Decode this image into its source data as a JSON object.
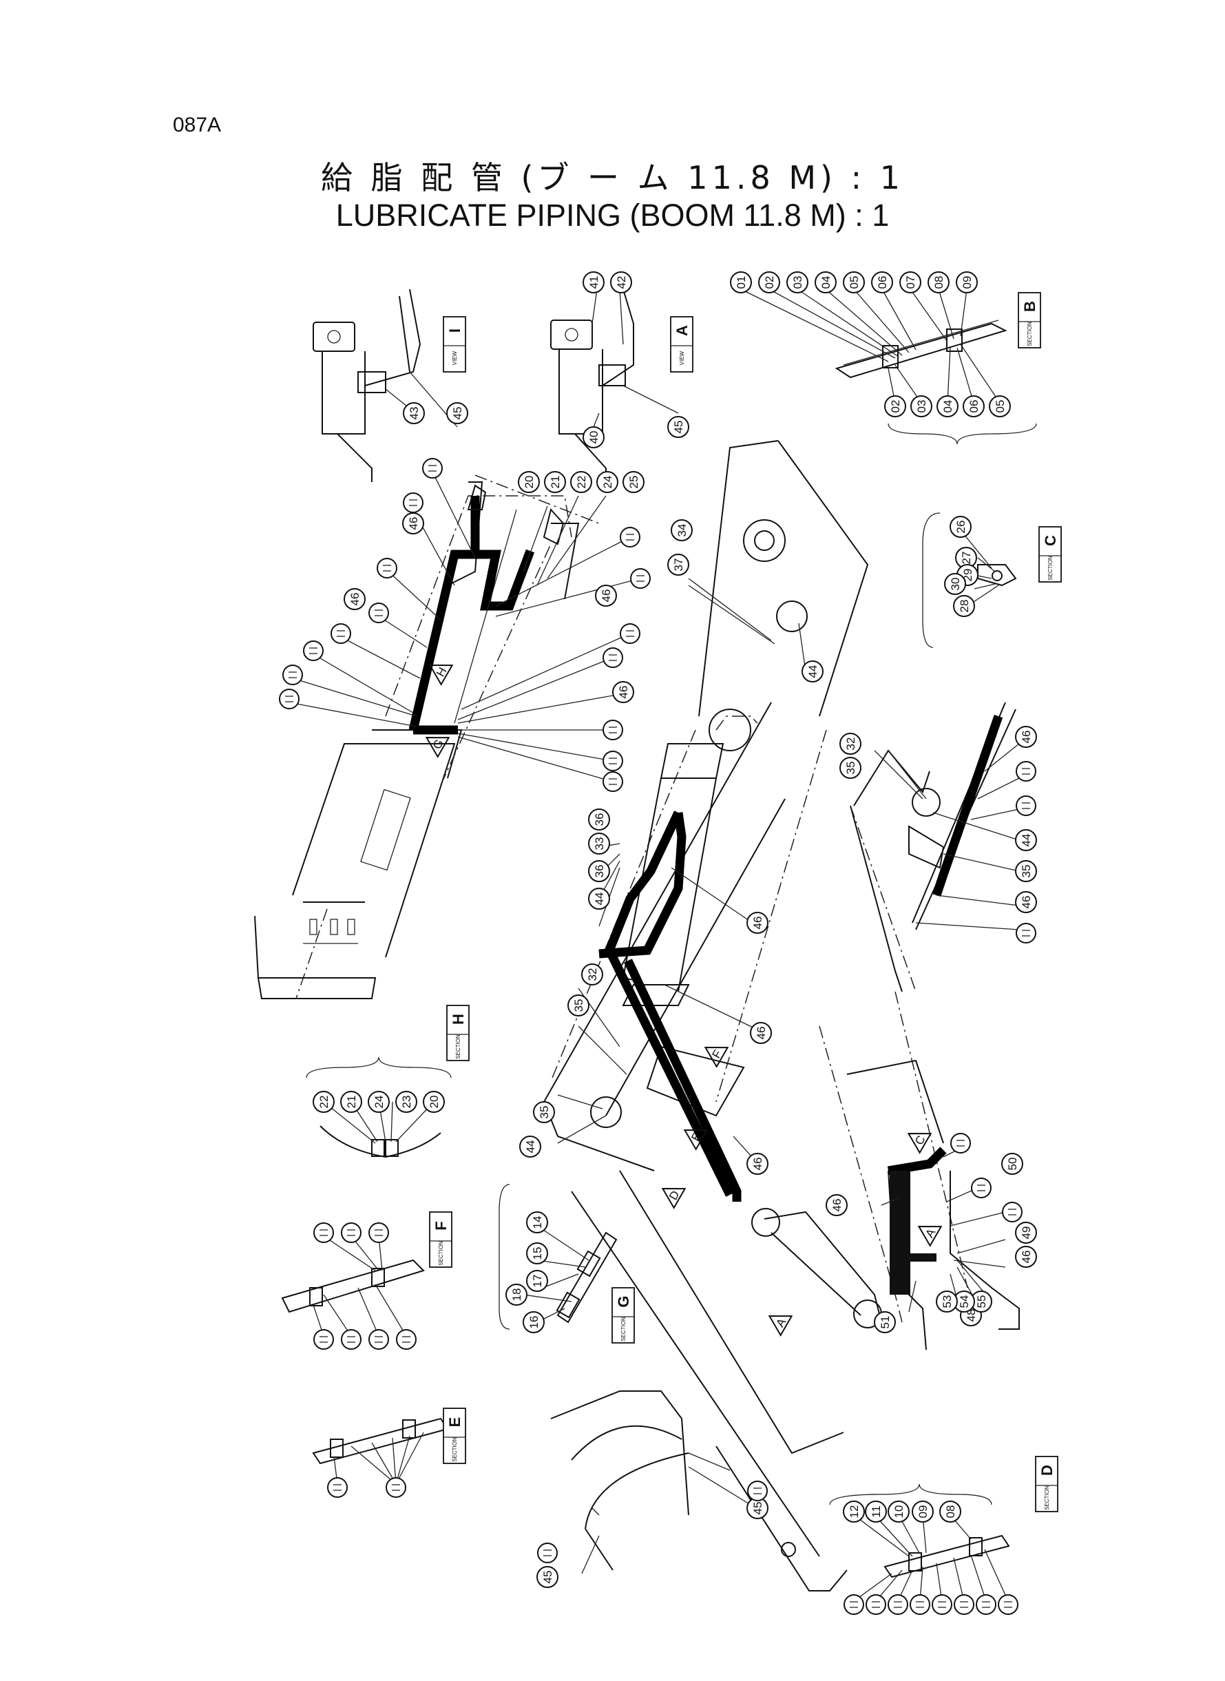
{
  "page_code": "087A",
  "title_jp": "給 脂 配 管 (ブ ー ム 11.8 M) : 1",
  "title_en": "LUBRICATE PIPING (BOOM 11.8 M) : 1",
  "views": {
    "I": {
      "label": "I",
      "sub": "VIEW"
    },
    "A": {
      "label": "A",
      "sub": "VIEW"
    },
    "B": {
      "label": "B",
      "sub": "SECTION"
    },
    "C": {
      "label": "C",
      "sub": "SECTION"
    },
    "H": {
      "label": "H",
      "sub": "SECTION"
    },
    "F": {
      "label": "F",
      "sub": "SECTION"
    },
    "G": {
      "label": "G",
      "sub": "SECTION"
    },
    "E": {
      "label": "E",
      "sub": "SECTION"
    },
    "D": {
      "label": "D",
      "sub": "SECTION"
    }
  },
  "callouts": {
    "view_i": [
      "43",
      "45"
    ],
    "view_a": [
      "41",
      "42",
      "40",
      "45"
    ],
    "section_b_top": [
      "01",
      "02",
      "03",
      "04",
      "05",
      "06",
      "07",
      "08",
      "09"
    ],
    "section_b_bottom": [
      "02",
      "03",
      "04",
      "06",
      "05"
    ],
    "section_c": [
      "26",
      "27",
      "29",
      "30",
      "28"
    ],
    "arm_upper": [
      "20",
      "21",
      "22",
      "24",
      "25",
      "46",
      "46",
      "46",
      "46"
    ],
    "boom_main": [
      "34",
      "37",
      "44",
      "36",
      "33",
      "36",
      "44",
      "46",
      "32",
      "35",
      "46",
      "35",
      "44",
      "46"
    ],
    "boom_right_detail": [
      "32",
      "35",
      "46",
      "44",
      "35",
      "46"
    ],
    "boom_foot": [
      "46",
      "50",
      "49",
      "46",
      "48",
      "51",
      "55",
      "54",
      "53"
    ],
    "section_h": [
      "22",
      "21",
      "24",
      "23",
      "20"
    ],
    "section_g": [
      "14",
      "15",
      "17",
      "18",
      "16"
    ],
    "section_f": [],
    "section_e": [],
    "bracket_detail": [
      "45",
      "45"
    ],
    "section_d_top": [
      "12",
      "11",
      "10",
      "09",
      "08"
    ],
    "section_d_bottom": []
  },
  "arrow_letters": [
    "A",
    "G",
    "H",
    "D",
    "E",
    "F",
    "C",
    "A"
  ]
}
